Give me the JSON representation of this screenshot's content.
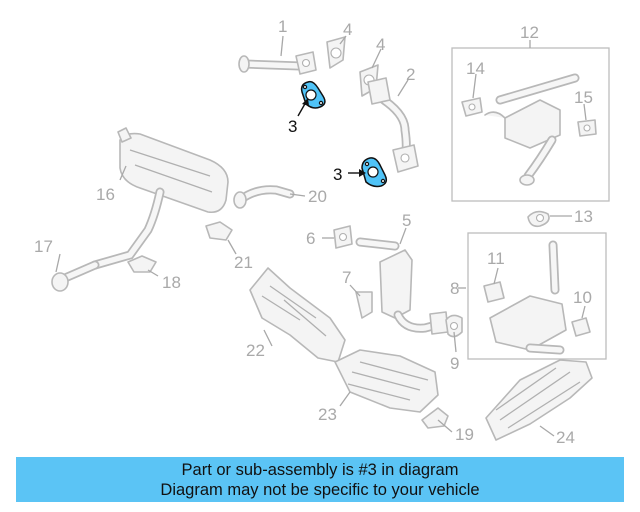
{
  "diagram": {
    "callouts": [
      "1",
      "2",
      "3",
      "3",
      "4",
      "4",
      "5",
      "6",
      "7",
      "8",
      "9",
      "10",
      "11",
      "12",
      "13",
      "14",
      "15",
      "16",
      "17",
      "18",
      "19",
      "20",
      "21",
      "22",
      "23",
      "24"
    ],
    "highlight_part": "3",
    "highlight_color": "#4fc3f7"
  },
  "banner": {
    "line1": "Part or sub-assembly is #3 in diagram",
    "line2": "Diagram may not be specific to your vehicle",
    "color": "#5bc4f5"
  }
}
